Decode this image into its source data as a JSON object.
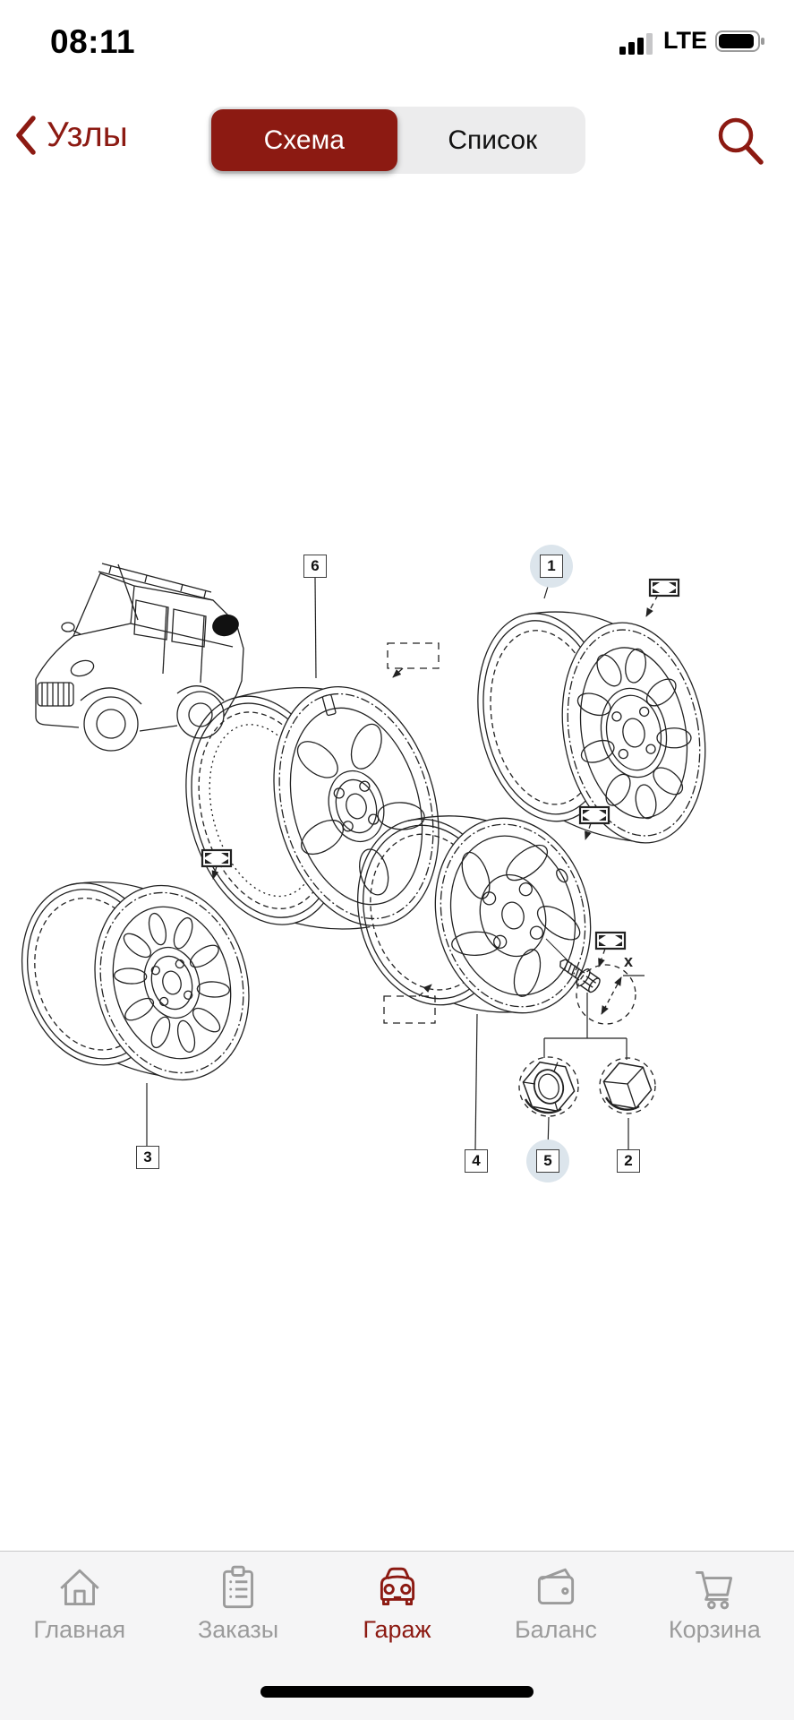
{
  "colors": {
    "accent": "#8C1A12",
    "callout_highlight": "#DCE5EC",
    "tab_inactive": "#9B9B9B",
    "tab_bar_bg": "#F5F5F6",
    "segment_bg": "#ECECED"
  },
  "status_bar": {
    "time": "08:11",
    "network": "LTE"
  },
  "nav_bar": {
    "back_label": "Узлы",
    "segments": [
      {
        "label": "Схема",
        "active": true
      },
      {
        "label": "Список",
        "active": false
      }
    ]
  },
  "diagram": {
    "callouts": [
      {
        "num": "6",
        "highlighted": false
      },
      {
        "num": "1",
        "highlighted": true
      },
      {
        "num": "3",
        "highlighted": false
      },
      {
        "num": "4",
        "highlighted": false
      },
      {
        "num": "5",
        "highlighted": true
      },
      {
        "num": "2",
        "highlighted": false
      }
    ],
    "dimension_label": "x"
  },
  "tab_bar": {
    "items": [
      {
        "label": "Главная",
        "icon": "home-icon",
        "active": false
      },
      {
        "label": "Заказы",
        "icon": "orders-clipboard-icon",
        "active": false
      },
      {
        "label": "Гараж",
        "icon": "garage-car-icon",
        "active": true
      },
      {
        "label": "Баланс",
        "icon": "wallet-icon",
        "active": false
      },
      {
        "label": "Корзина",
        "icon": "cart-icon",
        "active": false
      }
    ]
  }
}
